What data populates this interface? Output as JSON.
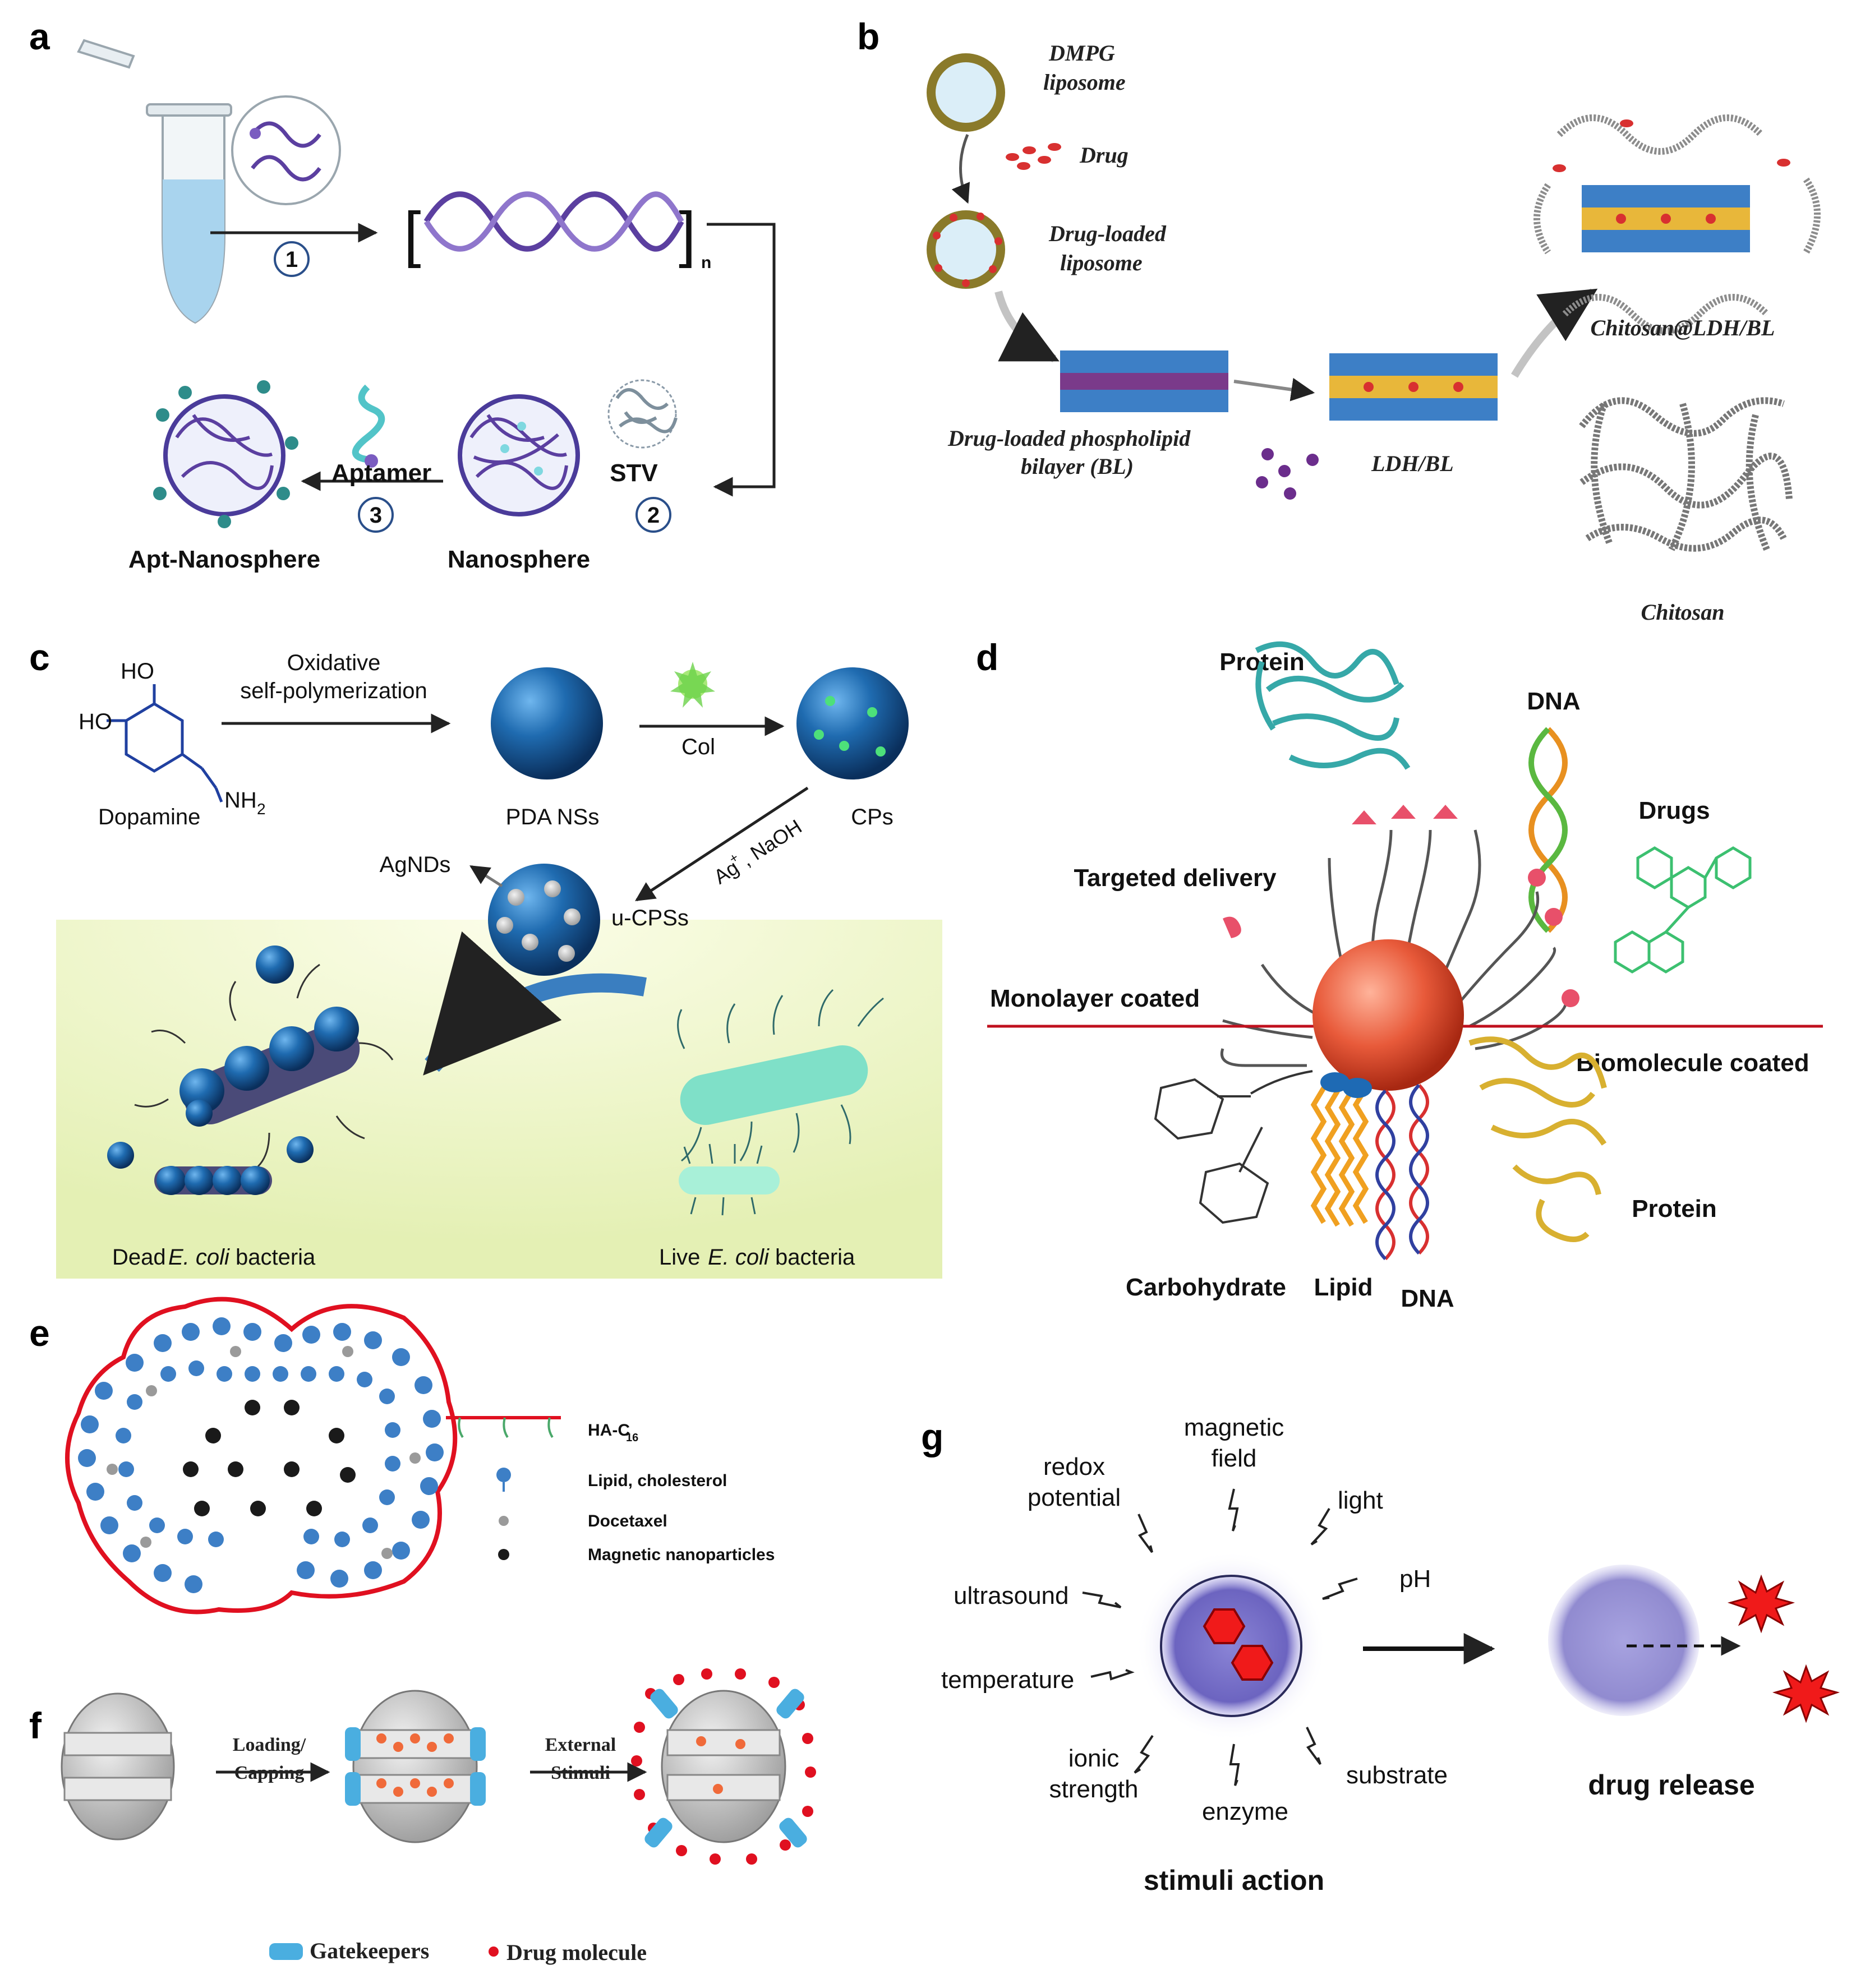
{
  "panels": {
    "a": {
      "letter": "a",
      "steps": [
        "1",
        "2",
        "3"
      ],
      "subscript": "n",
      "stv": "STV",
      "aptamer": "Aptamer",
      "nanosphere": "Nanosphere",
      "apt_nanosphere": "Apt-Nanosphere"
    },
    "b": {
      "letter": "b",
      "dmpg_1": "DMPG",
      "dmpg_2": "liposome",
      "drug": "Drug",
      "loaded_1": "Drug-loaded",
      "loaded_2": "liposome",
      "bl_1": "Drug-loaded phospholipid",
      "bl_2": "bilayer (BL)",
      "ldh_bl": "LDH/BL",
      "chitosan_ldh": "Chitosan@LDH/BL",
      "chitosan": "Chitosan"
    },
    "c": {
      "letter": "c",
      "ho1": "HO",
      "ho2": "HO",
      "nh2": "NH",
      "nh2_sub": "2",
      "dopamine": "Dopamine",
      "oxidative_1": "Oxidative",
      "oxidative_2": "self-polymerization",
      "pda": "PDA NSs",
      "col": "Col",
      "cps": "CPs",
      "ag_1": "Ag",
      "ag_sup": "+",
      "ag_2": ", NaOH",
      "agnds": "AgNDs",
      "ucps": "u-CPSs",
      "dead_1": "Dead ",
      "dead_2": "E. coli",
      "dead_3": " bacteria",
      "live_1": "Live ",
      "live_2": "E. coli",
      "live_3": " bacteria"
    },
    "d": {
      "letter": "d",
      "protein_top": "Protein",
      "dna_top": "DNA",
      "drugs": "Drugs",
      "targeted": "Targeted delivery",
      "monolayer": "Monolayer coated",
      "biomolecule": "Biomolecule coated",
      "carbohydrate": "Carbohydrate",
      "lipid": "Lipid",
      "dna_bottom": "DNA",
      "protein_bottom": "Protein"
    },
    "e": {
      "letter": "e",
      "ha": "HA-C",
      "ha_sub": "16",
      "lipid": "Lipid, cholesterol",
      "docetaxel": "Docetaxel",
      "magnetic": "Magnetic nanoparticles"
    },
    "f": {
      "letter": "f",
      "loading_1": "Loading/",
      "loading_2": "Capping",
      "external_1": "External",
      "external_2": "Stimuli",
      "gatekeepers": "Gatekeepers",
      "drug_molecule": "Drug molecule"
    },
    "g": {
      "letter": "g",
      "magnetic_1": "magnetic",
      "magnetic_2": "field",
      "redox_1": "redox",
      "redox_2": "potential",
      "light": "light",
      "ph": "pH",
      "ultrasound": "ultrasound",
      "temperature": "temperature",
      "ionic_1": "ionic",
      "ionic_2": "strength",
      "enzyme": "enzyme",
      "substrate": "substrate",
      "stimuli_action": "stimuli action",
      "drug_release": "drug release"
    }
  },
  "colors": {
    "dna_purple": "#5b3fa0",
    "dark_blue": "#1c5c98",
    "bacteria_green": "#7fe0c8",
    "red_label": "#c0101e",
    "core_orange": "#e85a3a",
    "lipid_blue": "#3d7fc6",
    "gatekeeper_blue": "#4aaee0",
    "drug_red": "#e01020",
    "particle_purple": "#7a72c8"
  }
}
